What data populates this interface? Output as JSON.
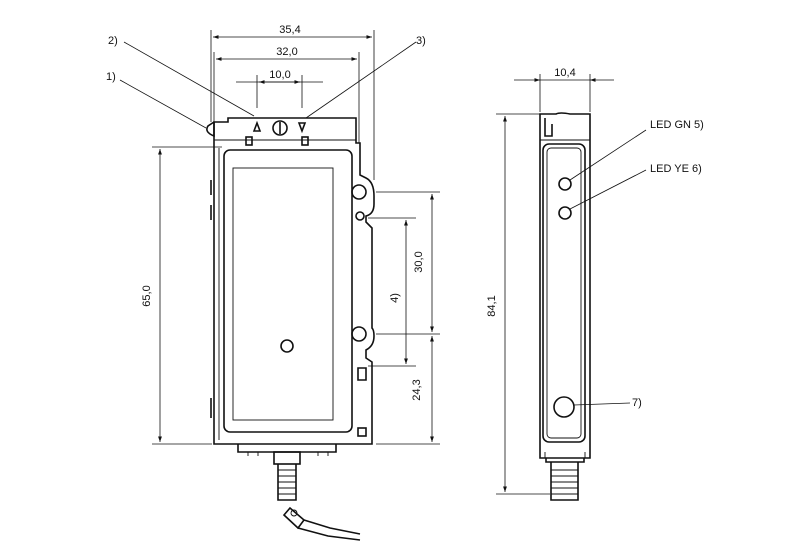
{
  "front_view": {
    "dim_width_outer": "35,4",
    "dim_width_inner": "32,0",
    "dim_width_center": "10,0",
    "dim_height": "65,0",
    "dim_hole_spacing": "30,0",
    "dim_bottom": "24,3",
    "callout_1": "1)",
    "callout_2": "2)",
    "callout_3": "3)",
    "callout_4": "4)"
  },
  "side_view": {
    "dim_depth": "10,4",
    "dim_length": "84,1",
    "led_green_label": "LED GN 5)",
    "led_yellow_label": "LED YE 6)",
    "callout_7": "7)"
  }
}
